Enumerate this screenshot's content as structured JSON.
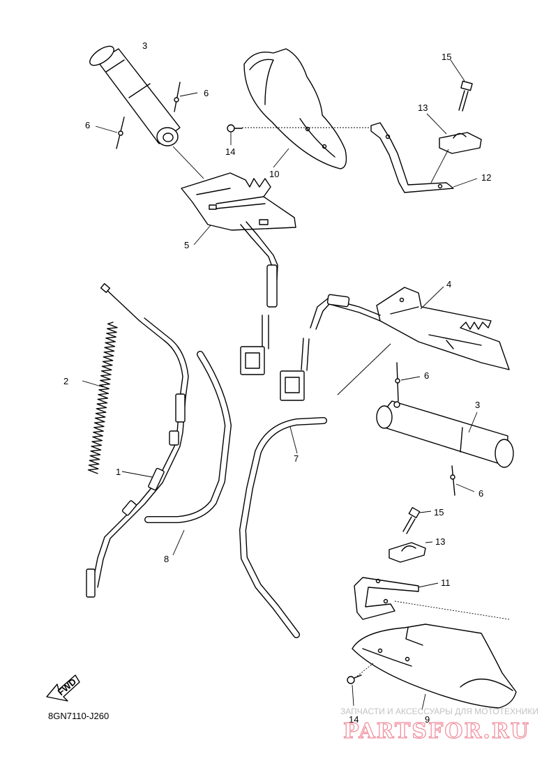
{
  "diagram_code": "8GN7110-J260",
  "fwd_label": "FWD",
  "watermark": {
    "caption": "ЗАПЧАСТИ И АКСЕССУАРЫ ДЛЯ МОТОТЕХНИКИ",
    "brand": "PARTSFOR.RU"
  },
  "callouts": {
    "c1": "1",
    "c2": "2",
    "c3a": "3",
    "c3b": "3",
    "c4": "4",
    "c5": "5",
    "c6a": "6",
    "c6b": "6",
    "c6c": "6",
    "c6d": "6",
    "c7": "7",
    "c8": "8",
    "c9": "9",
    "c10": "10",
    "c11": "11",
    "c12": "12",
    "c13a": "13",
    "c13b": "13",
    "c14a": "14",
    "c14b": "14",
    "c15a": "15",
    "c15b": "15"
  },
  "colors": {
    "line": "#000000",
    "background": "#ffffff",
    "watermark_brand": "#f08a9a",
    "watermark_caption": "#c2c2c2"
  }
}
